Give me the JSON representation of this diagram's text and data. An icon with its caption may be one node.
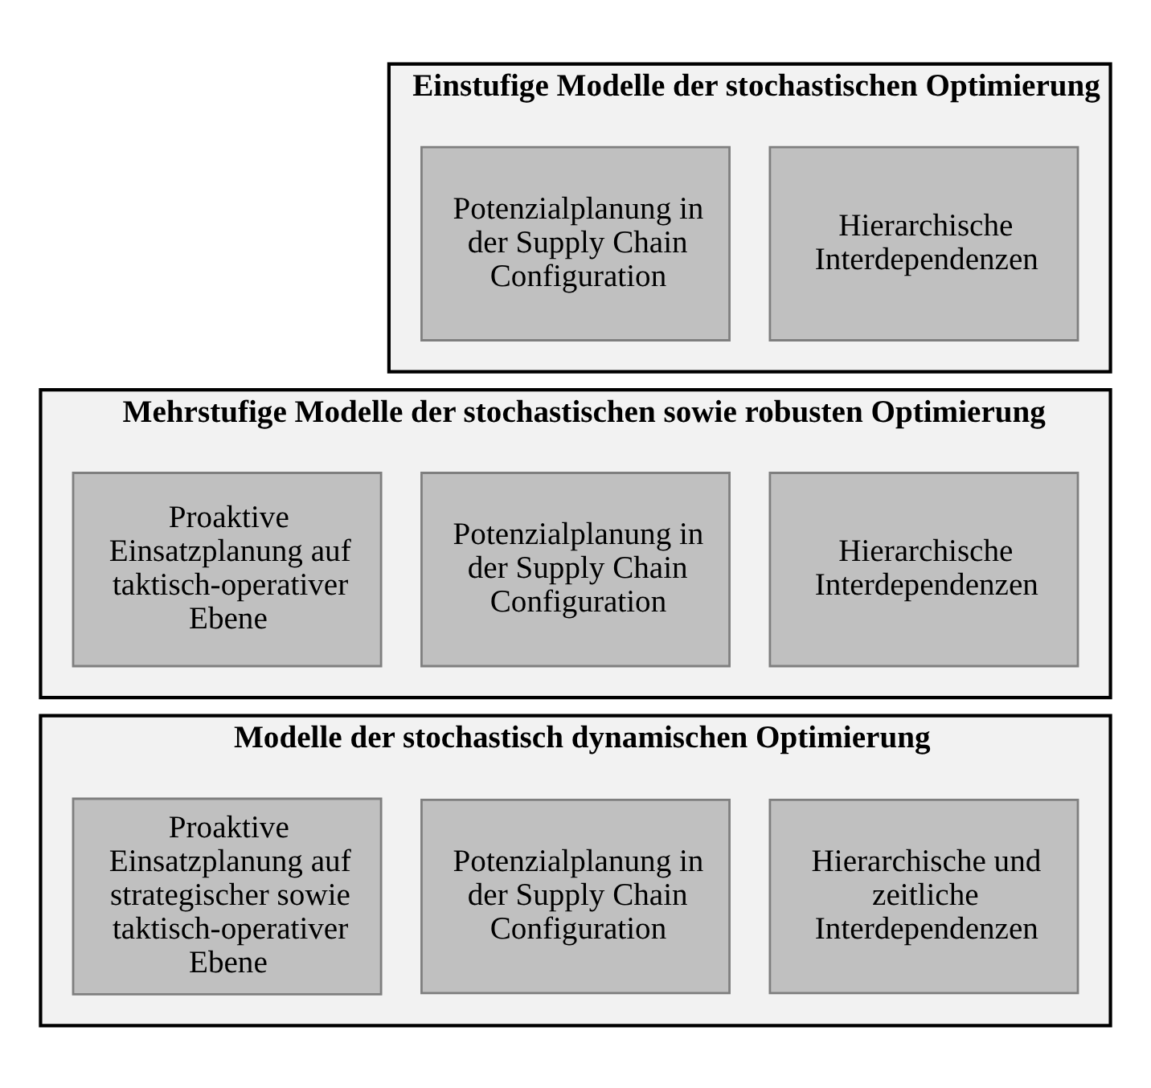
{
  "diagram": {
    "nodes": [
      {
        "text": [
          "Einstufige Modelle der stochastischen Optimierung"
        ]
      },
      {
        "text": [
          "Hierarchische Interdependenzen"
        ],
        "in": 0
      },
      {
        "text": [
          "Potenzialplanung in der Supply Chain Configuration"
        ],
        "in": 0
      },
      {
        "text": [
          "Mehrstufige Modelle der stochastischen sowie robusten Optimierung"
        ]
      },
      {
        "text": [
          "Hierarchische Interdependenzen"
        ],
        "in": 3
      },
      {
        "text": [
          "Potenzialplanung in der Supply Chain Configuration"
        ],
        "in": 3
      },
      {
        "text": [
          "Proaktive Einsatzplanung auf taktisch-operativer Ebene"
        ],
        "in": 3
      },
      {
        "text": [
          "Modelle der stochastisch dynamischen Optimierung"
        ]
      },
      {
        "text": [
          "Hierarchische und zeitliche Interdependenzen"
        ],
        "in": 7
      },
      {
        "text": [
          "Potenzialplanung in der Supply Chain Configuration"
        ],
        "in": 7
      },
      {
        "text": [
          "Proaktive Einsatzplanung auf strategischer sowie taktisch-operativer Ebene"
        ],
        "in": 7
      }
    ],
    "edges": []
  }
}
